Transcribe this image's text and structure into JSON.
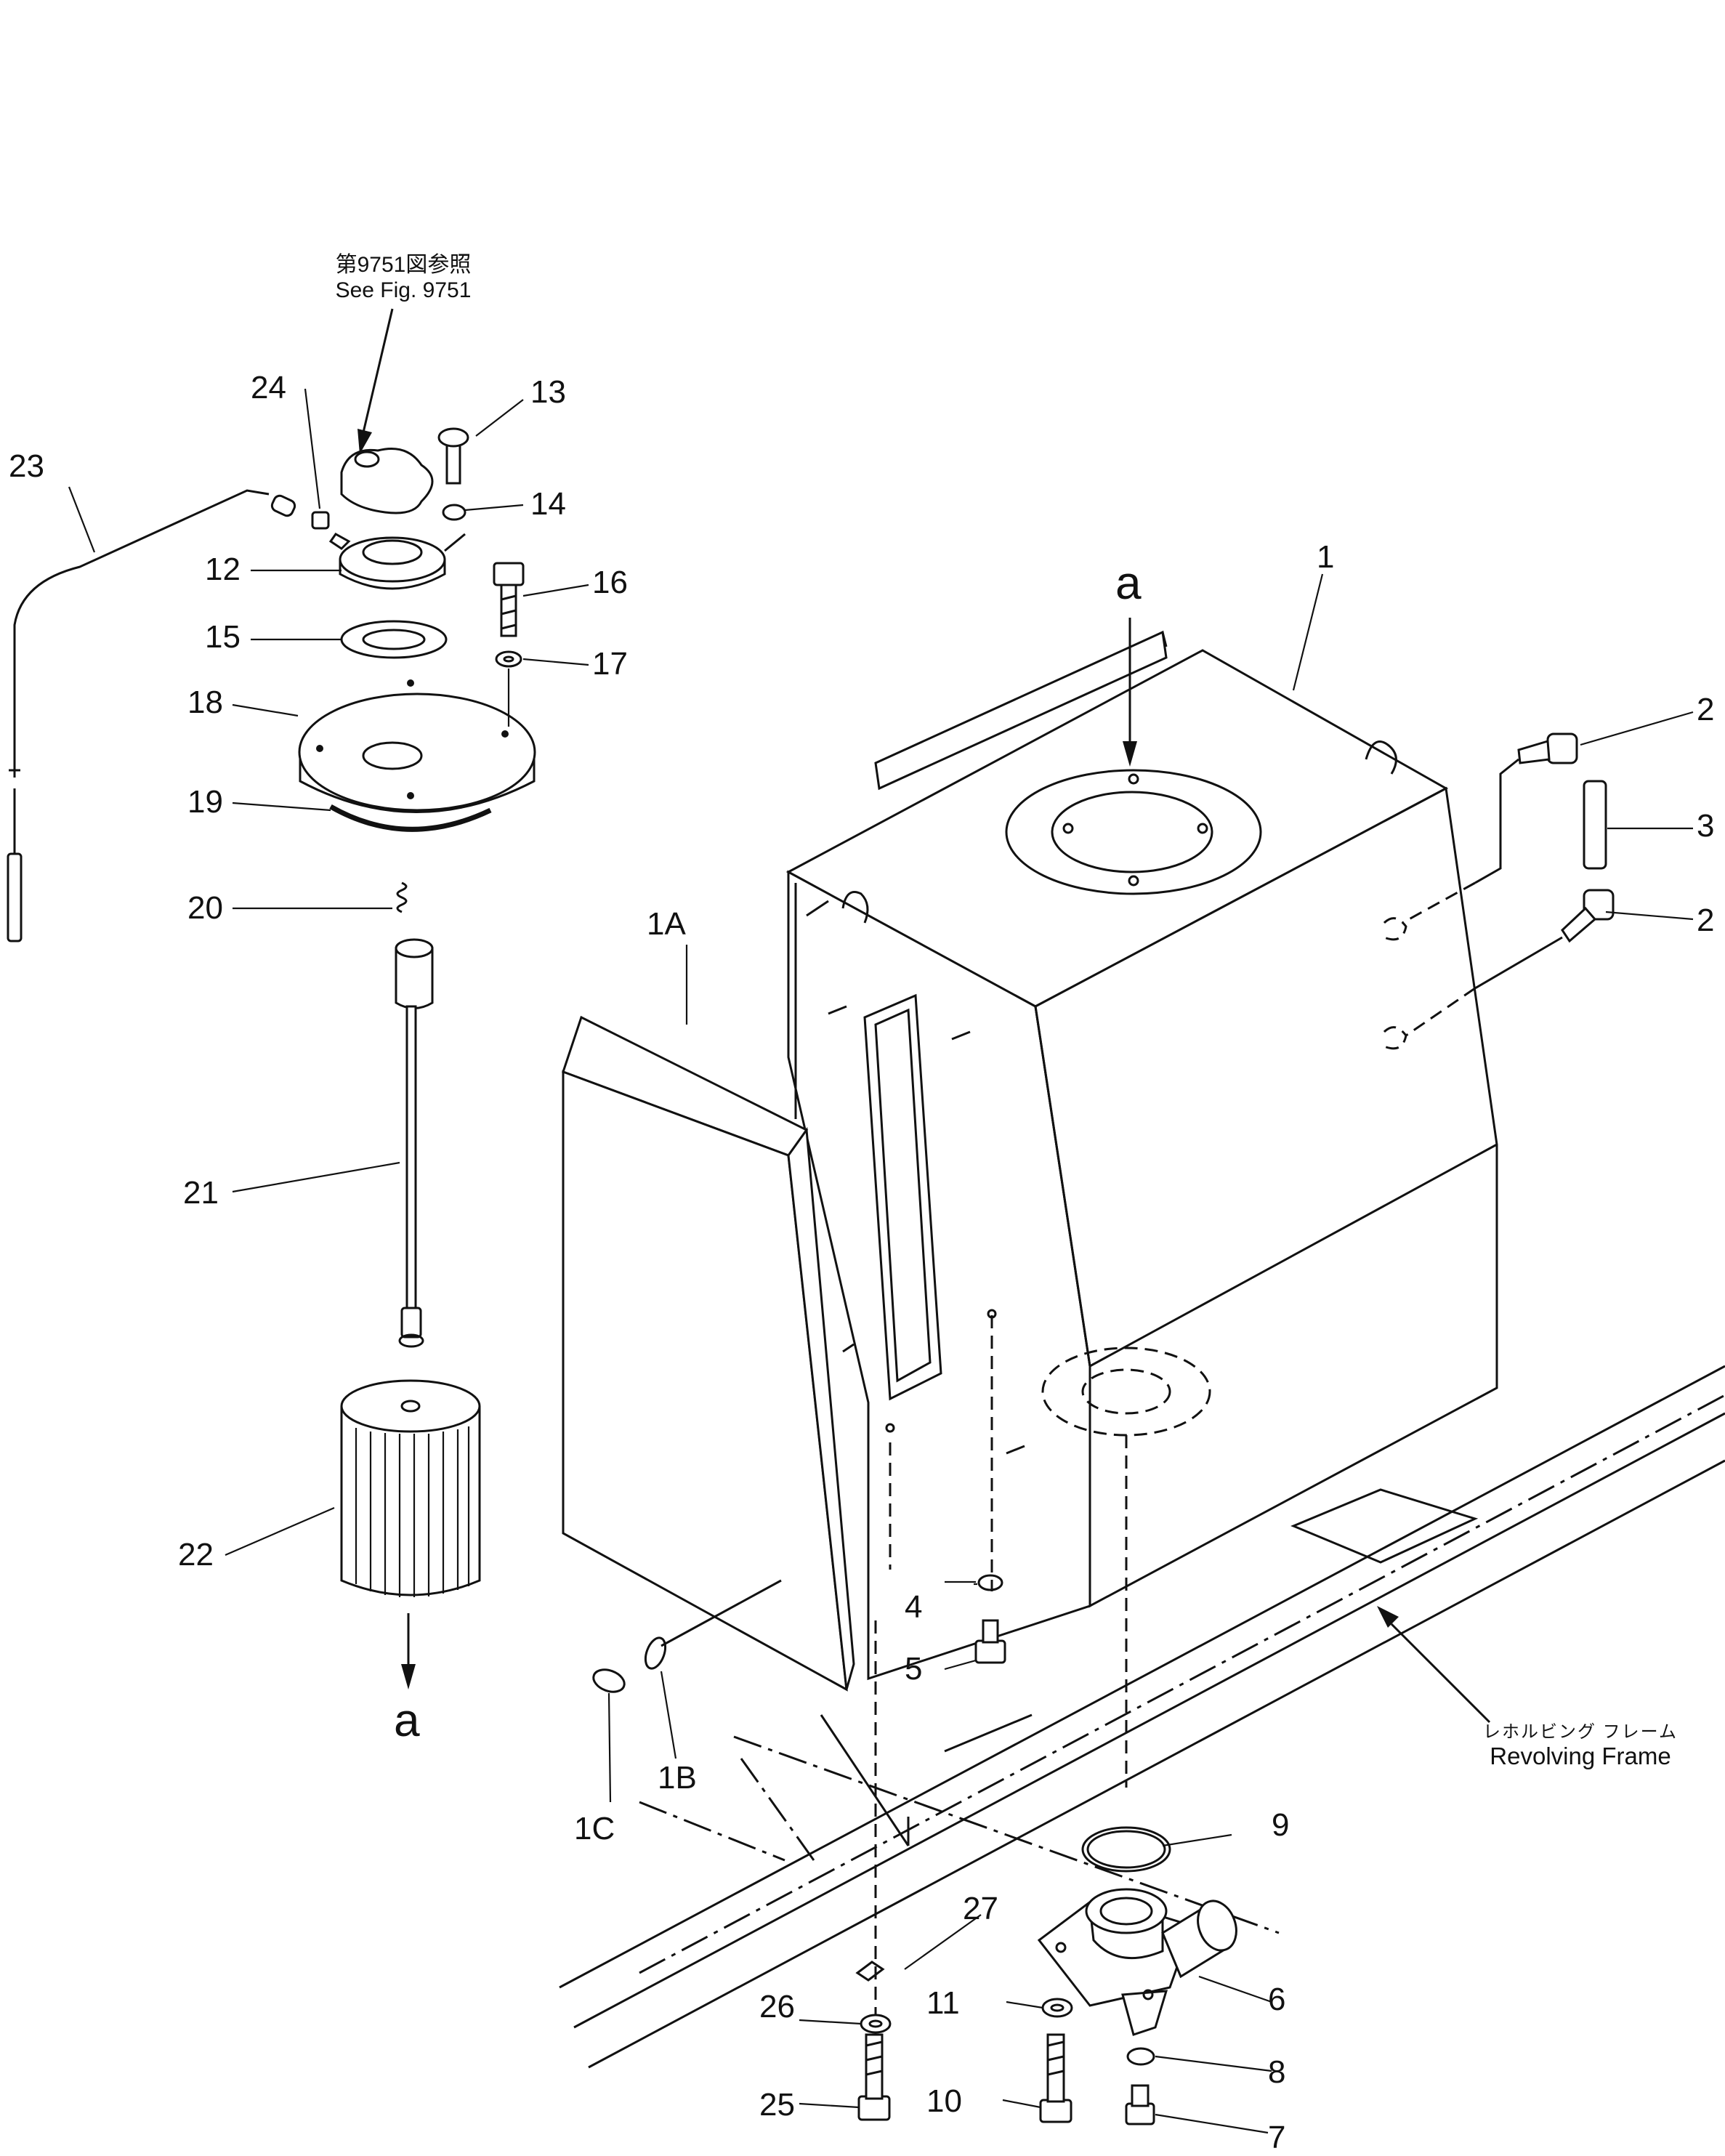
{
  "reference_note": {
    "jp": "第9751図参照",
    "en": "See Fig. 9751"
  },
  "frame_note": {
    "jp": "レホルビング フレーム",
    "en": "Revolving Frame"
  },
  "view_marks": {
    "top": "a",
    "bottom": "a"
  },
  "callouts": {
    "p1": "1",
    "p1A": "1A",
    "p1B": "1B",
    "p1C": "1C",
    "p2a": "2",
    "p2b": "2",
    "p3": "3",
    "p4": "4",
    "p5": "5",
    "p6": "6",
    "p7": "7",
    "p8": "8",
    "p9": "9",
    "p10": "10",
    "p11": "11",
    "p12": "12",
    "p13": "13",
    "p14": "14",
    "p15": "15",
    "p16": "16",
    "p17": "17",
    "p18": "18",
    "p19": "19",
    "p20": "20",
    "p21": "21",
    "p22": "22",
    "p23": "23",
    "p24": "24",
    "p25": "25",
    "p26": "26",
    "p27": "27"
  }
}
